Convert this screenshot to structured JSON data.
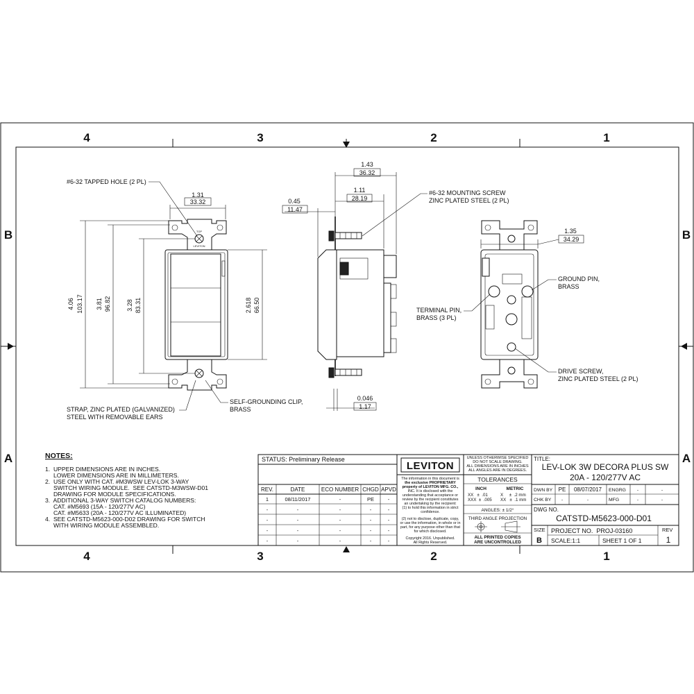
{
  "zones": {
    "columns_top": [
      "4",
      "3",
      "2",
      "1"
    ],
    "columns_bottom": [
      "4",
      "3",
      "2",
      "1"
    ],
    "rows_left": [
      "B",
      "A"
    ],
    "rows_right": [
      "B",
      "A"
    ]
  },
  "front_view": {
    "tapped_hole_note": "#6-32 TAPPED HOLE (2 PL)",
    "width_in": "1.31",
    "width_mm": "33.32",
    "overall_height_in": "4.06",
    "overall_height_mm": "103.17",
    "height_2_in": "3.81",
    "height_2_mm": "96.82",
    "height_3_in": "3.28",
    "height_3_mm": "83.31",
    "paddle_height_in": "2.618",
    "paddle_height_mm": "66.50",
    "strap_note_1": "STRAP, ZINC PLATED (GALVANIZED)",
    "strap_note_2": "STEEL WITH REMOVABLE EARS",
    "clip_note_1": "SELF-GROUNDING CLIP,",
    "clip_note_2": "BRASS",
    "top_mark": "TOP",
    "brand_mark": "LEVITON"
  },
  "side_view": {
    "overall_depth_in": "1.43",
    "overall_depth_mm": "36.32",
    "body_depth_in": "1.11",
    "body_depth_mm": "28.19",
    "front_depth_in": "0.45",
    "front_depth_mm": "11.47",
    "strap_thk_in": "0.046",
    "strap_thk_mm": "1.17",
    "screw_note_1": "#6-32 MOUNTING SCREW",
    "screw_note_2": "ZINC PLATED STEEL (2 PL)"
  },
  "back_view": {
    "width_in": "1.35",
    "width_mm": "34.29",
    "ground_note_1": "GROUND PIN,",
    "ground_note_2": "BRASS",
    "terminal_note_1": "TERMINAL PIN,",
    "terminal_note_2": "BRASS (3 PL)",
    "drive_note_1": "DRIVE SCREW,",
    "drive_note_2": "ZINC PLATED STEEL (2 PL)"
  },
  "notes": {
    "heading": "NOTES:",
    "lines": [
      "1.  UPPER DIMENSIONS ARE IN INCHES.",
      "     LOWER DIMENSIONS ARE IN MILLIMETERS.",
      "2.  USE ONLY WITH CAT. #M3WSW LEV-LOK 3-WAY",
      "     SWITCH WIRING MODULE.  SEE CATSTD-M3WSW-D01",
      "     DRAWING FOR MODULE SPECIFICATIONS.",
      "3.  ADDITIONAL 3-WAY SWITCH CATALOG NUMBERS:",
      "     CAT. #M5693 (15A - 120/277V AC)",
      "     CAT. #M5633 (20A - 120/277V AC ILLUMINATED)",
      "4.  SEE CATSTD-M5623-000-D02 DRAWING FOR SWITCH",
      "     WITH WIRING MODULE ASSEMBLED."
    ]
  },
  "revision_block": {
    "status": "STATUS: Preliminary Release",
    "headers": [
      "REV.",
      "DATE",
      "ECO NUMBER",
      "CHGD",
      "APVD"
    ],
    "rows": [
      [
        "1",
        "08/11/2017",
        "-",
        "PE",
        "-"
      ],
      [
        "-",
        "-",
        "-",
        "-",
        "-"
      ],
      [
        "-",
        "-",
        "-",
        "-",
        "-"
      ],
      [
        "-",
        "-",
        "-",
        "-",
        "-"
      ],
      [
        "-",
        "-",
        "-",
        "-",
        "-"
      ]
    ]
  },
  "title_block": {
    "company": "LEVITON",
    "proprietary": [
      "The information in this document is",
      "the exclusive PROPRIETARY",
      "property of LEVITON MFG. CO.,",
      "INC.  It is disclosed with the",
      "understanding that acceptance or",
      "review by the recipient constitutes",
      "an undertaking by the recipient:",
      "(1) to hold this information in strict",
      "confidence.",
      "(2) not to disclose, duplicate, copy,",
      "or use the information, in whole or in",
      "part, for any purpose other than that",
      "for which disclosed.",
      "Copyright 2016. Unpublished.",
      "All Rights Reserved."
    ],
    "unless_lines": [
      "UNLESS OTHERWISE SPECIFIED",
      "DO NOT SCALE DRAWING.",
      "ALL DIMENSIONS ARE IN INCHES",
      "ALL ANGLES ARE IN DEGREES."
    ],
    "tolerances_label": "TOLERANCES",
    "inch_label": "INCH",
    "metric_label": "METRIC",
    "inch_tol_1": "XX   ±  .01",
    "inch_tol_2": "XXX  ±  .005",
    "metric_tol_1": "X     ±  .2 mm",
    "metric_tol_2": "XX   ±  .1 mm",
    "angles": "ANGLES: ± 1/2°",
    "projection": "THIRD ANGLE PROJECTION",
    "printed_1": "ALL PRINTED COPIES",
    "printed_2": "ARE UNCONTROLLED",
    "dwn_by_label": "DWN BY",
    "dwn_by": "PE",
    "dwn_date": "08/07/2017",
    "engrg_label": "ENGRG",
    "chk_by_label": "CHK BY",
    "mfg_label": "MFG",
    "dash": "-",
    "title_label": "TITLE:",
    "title_1": "LEV-LOK 3W DECORA PLUS SW",
    "title_2": "20A - 120/277V AC",
    "dwg_no_label": "DWG NO.",
    "dwg_no": "CATSTD-M5623-000-D01",
    "size_label": "SIZE",
    "size": "B",
    "project": "PROJECT NO.  PROJ-03160",
    "scale": "SCALE:1:1",
    "sheet": "SHEET 1 OF 1",
    "rev_label": "REV",
    "rev": "1"
  }
}
